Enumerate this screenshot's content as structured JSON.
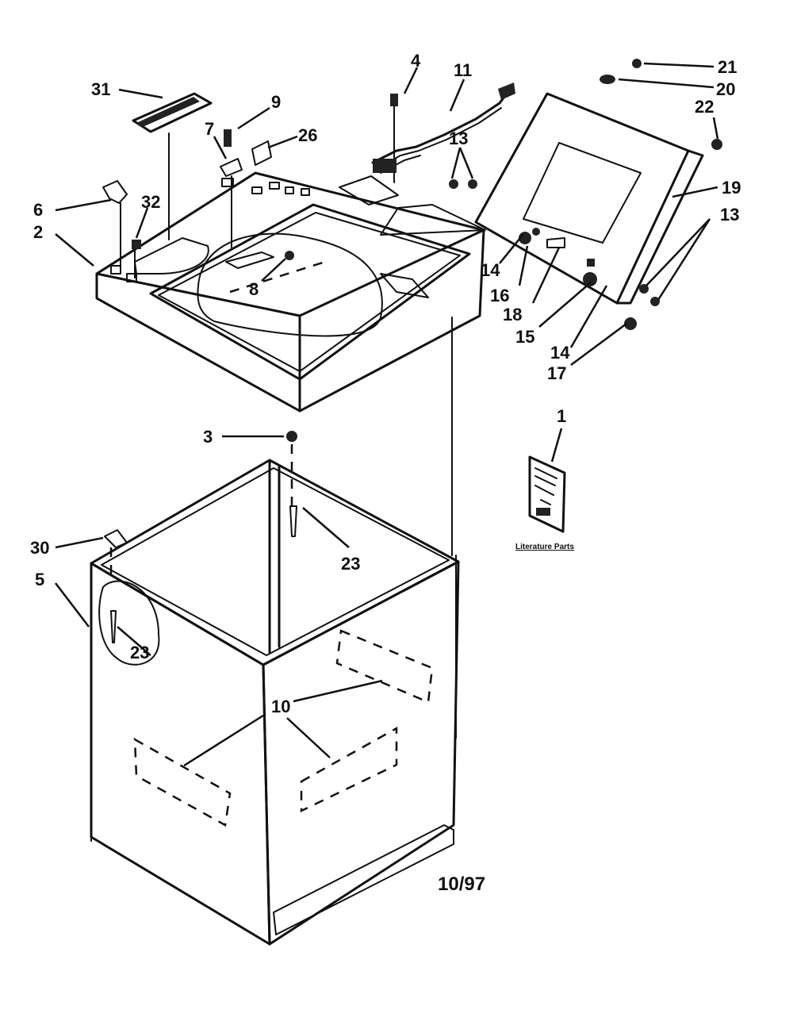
{
  "callouts": {
    "c1": "1",
    "c2": "2",
    "c3": "3",
    "c4": "4",
    "c5": "5",
    "c6": "6",
    "c7": "7",
    "c8": "8",
    "c9": "9",
    "c10": "10",
    "c11": "11",
    "c13a": "13",
    "c13b": "13",
    "c14a": "14",
    "c14b": "14",
    "c15": "15",
    "c16": "16",
    "c17": "17",
    "c18": "18",
    "c19": "19",
    "c20": "20",
    "c21": "21",
    "c22": "22",
    "c23a": "23",
    "c23b": "23",
    "c26": "26",
    "c30": "30",
    "c31": "31",
    "c32": "32"
  },
  "literature_label": "Literature Parts",
  "date_code": "10/97"
}
